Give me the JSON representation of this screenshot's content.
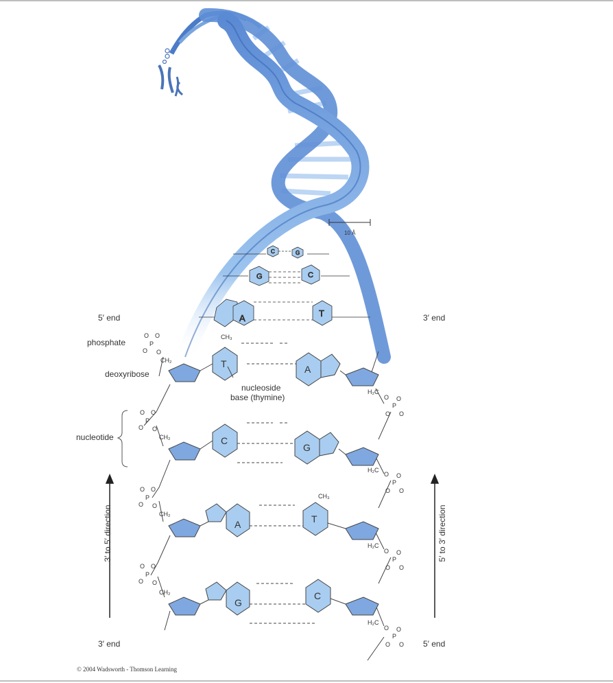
{
  "labels": {
    "five_end_left": "5′ end",
    "three_end_right": "3′ end",
    "phosphate": "phosphate",
    "deoxyribose": "deoxyribose",
    "nucleotide": "nucleotide",
    "nucleoside": "nucleoside",
    "base_thymine": "base (thymine)",
    "three_end_left": "3′ end",
    "five_end_right": "5′ end",
    "dir_left": "3′ to 5′ direction",
    "dir_right": "5′ to 3′ direction",
    "scale": "10 Å"
  },
  "helix_pairs": [
    {
      "left": "C",
      "right": "G"
    },
    {
      "left": "G",
      "right": "C"
    },
    {
      "left": "A",
      "right": "T"
    }
  ],
  "base_pairs": [
    {
      "left": "T",
      "right": "A"
    },
    {
      "left": "C",
      "right": "G"
    },
    {
      "left": "A",
      "right": "T"
    },
    {
      "left": "G",
      "right": "C"
    }
  ],
  "copyright": "© 2004 Wadsworth - Thomson Learning",
  "colors": {
    "helix_dark": "#3f72c4",
    "helix_light": "#9cc4ef",
    "base_fill": "#a9cdf0",
    "line": "#444444"
  }
}
